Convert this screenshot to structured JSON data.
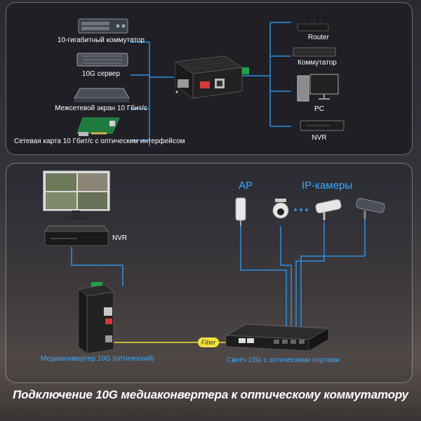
{
  "top": {
    "left_devices": [
      {
        "label": "10-гигабитный коммутатор"
      },
      {
        "label": "10G сервер"
      },
      {
        "label": "Межсетевой экран 10 Гбит/с"
      },
      {
        "label": "Сетевая карта 10 Гбит/с с оптическим интерфейсом"
      }
    ],
    "right_devices": [
      {
        "label": "Router"
      },
      {
        "label": "Коммутатор"
      },
      {
        "label": "PC"
      },
      {
        "label": "NVR"
      }
    ]
  },
  "bottom": {
    "nvr_label": "NVR",
    "ap_label": "AP",
    "ip_cameras_label": "IP-камеры",
    "converter_label": "Медиаконвертер 10G (оптический)",
    "switch_label": "Свитч 10G с оптическими портами",
    "fiber_label": "Fiber"
  },
  "caption": "Подключение 10G медиаконвертера к оптическому коммутатору",
  "colors": {
    "link": "#2f8fe0",
    "fiber": "#f2e33a",
    "label_blue": "#3aa9ff"
  }
}
